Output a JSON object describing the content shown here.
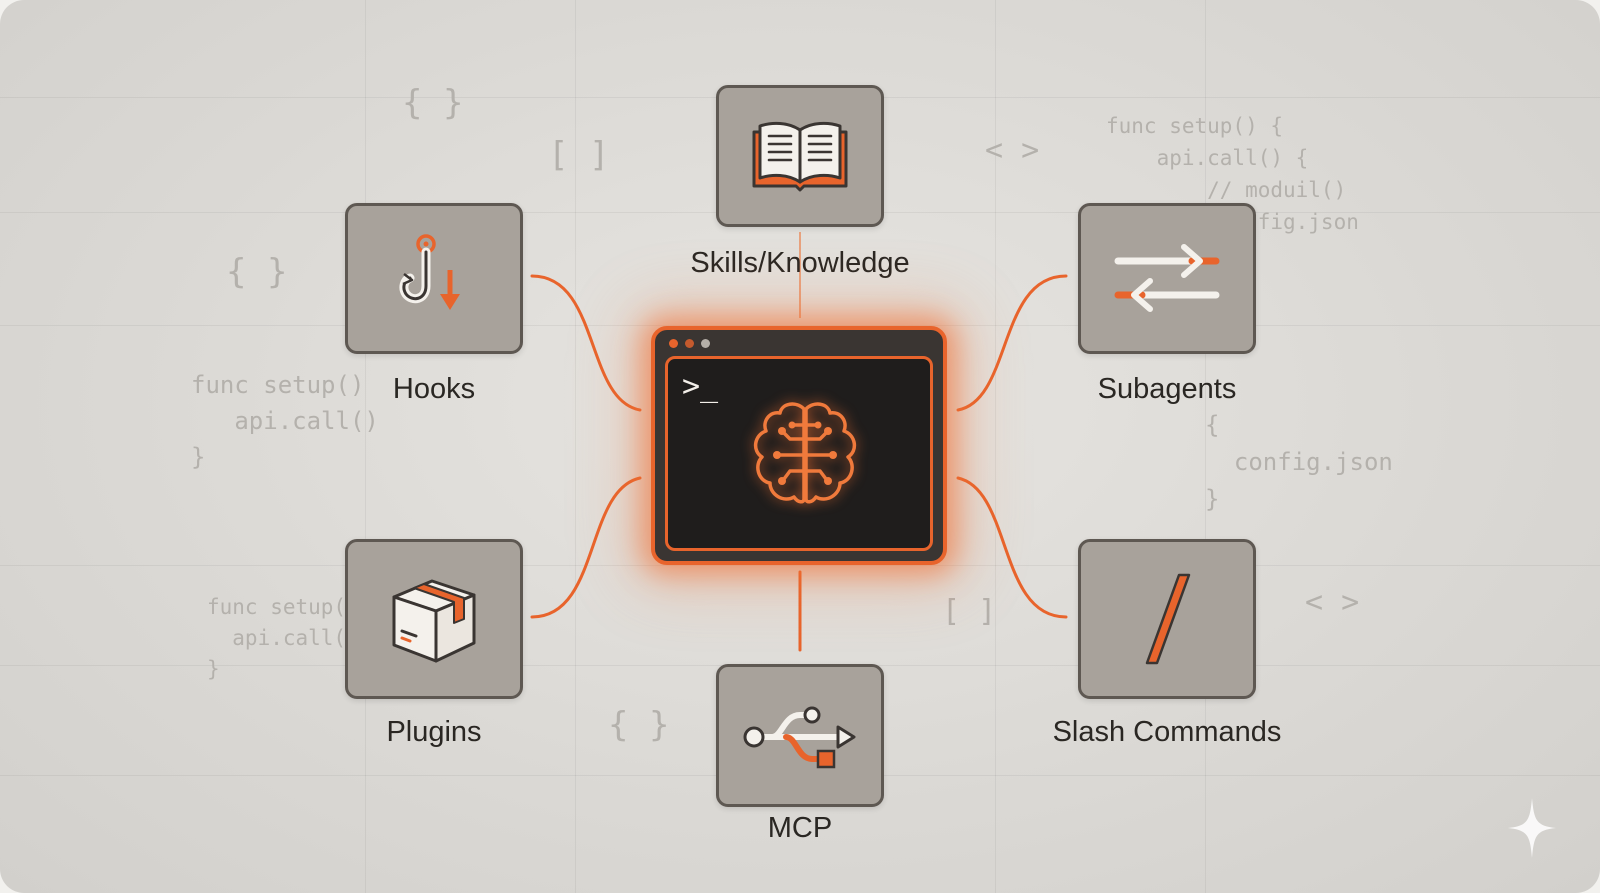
{
  "nodes": {
    "skills": {
      "label": "Skills/Knowledge",
      "icon": "open-book-icon"
    },
    "hooks": {
      "label": "Hooks",
      "icon": "hook-icon"
    },
    "subagents": {
      "label": "Subagents",
      "icon": "swap-arrows-icon"
    },
    "plugins": {
      "label": "Plugins",
      "icon": "package-box-icon"
    },
    "slash": {
      "label": "Slash Commands",
      "icon": "slash-icon"
    },
    "mcp": {
      "label": "MCP",
      "icon": "usb-icon"
    }
  },
  "center": {
    "prompt": ">_",
    "icon": "brain-circuit-icon"
  },
  "background_code": {
    "top_left_braces": "{ }",
    "top_brackets": "[ ]",
    "top_angles": "< >",
    "top_right_snippet": [
      "func setup() {",
      "    api.call() {",
      "        // moduil()",
      "       i.config.json"
    ],
    "left_braces": "{ }",
    "left_snippet": [
      "func setup()",
      "   api.call()",
      "}"
    ],
    "right_snippet": [
      "{",
      "  config.json",
      "}"
    ],
    "bottom_left_snippet": [
      "func setup(",
      "  api.call(",
      "}"
    ],
    "bottom_braces": "{ }",
    "bottom_brackets": "[ ]",
    "bottom_right_angles": "< >"
  },
  "colors": {
    "accent": "#e8642c",
    "tile": "#a8a29b",
    "tile_border": "#5e5852",
    "terminal": "#1f1d1c"
  }
}
